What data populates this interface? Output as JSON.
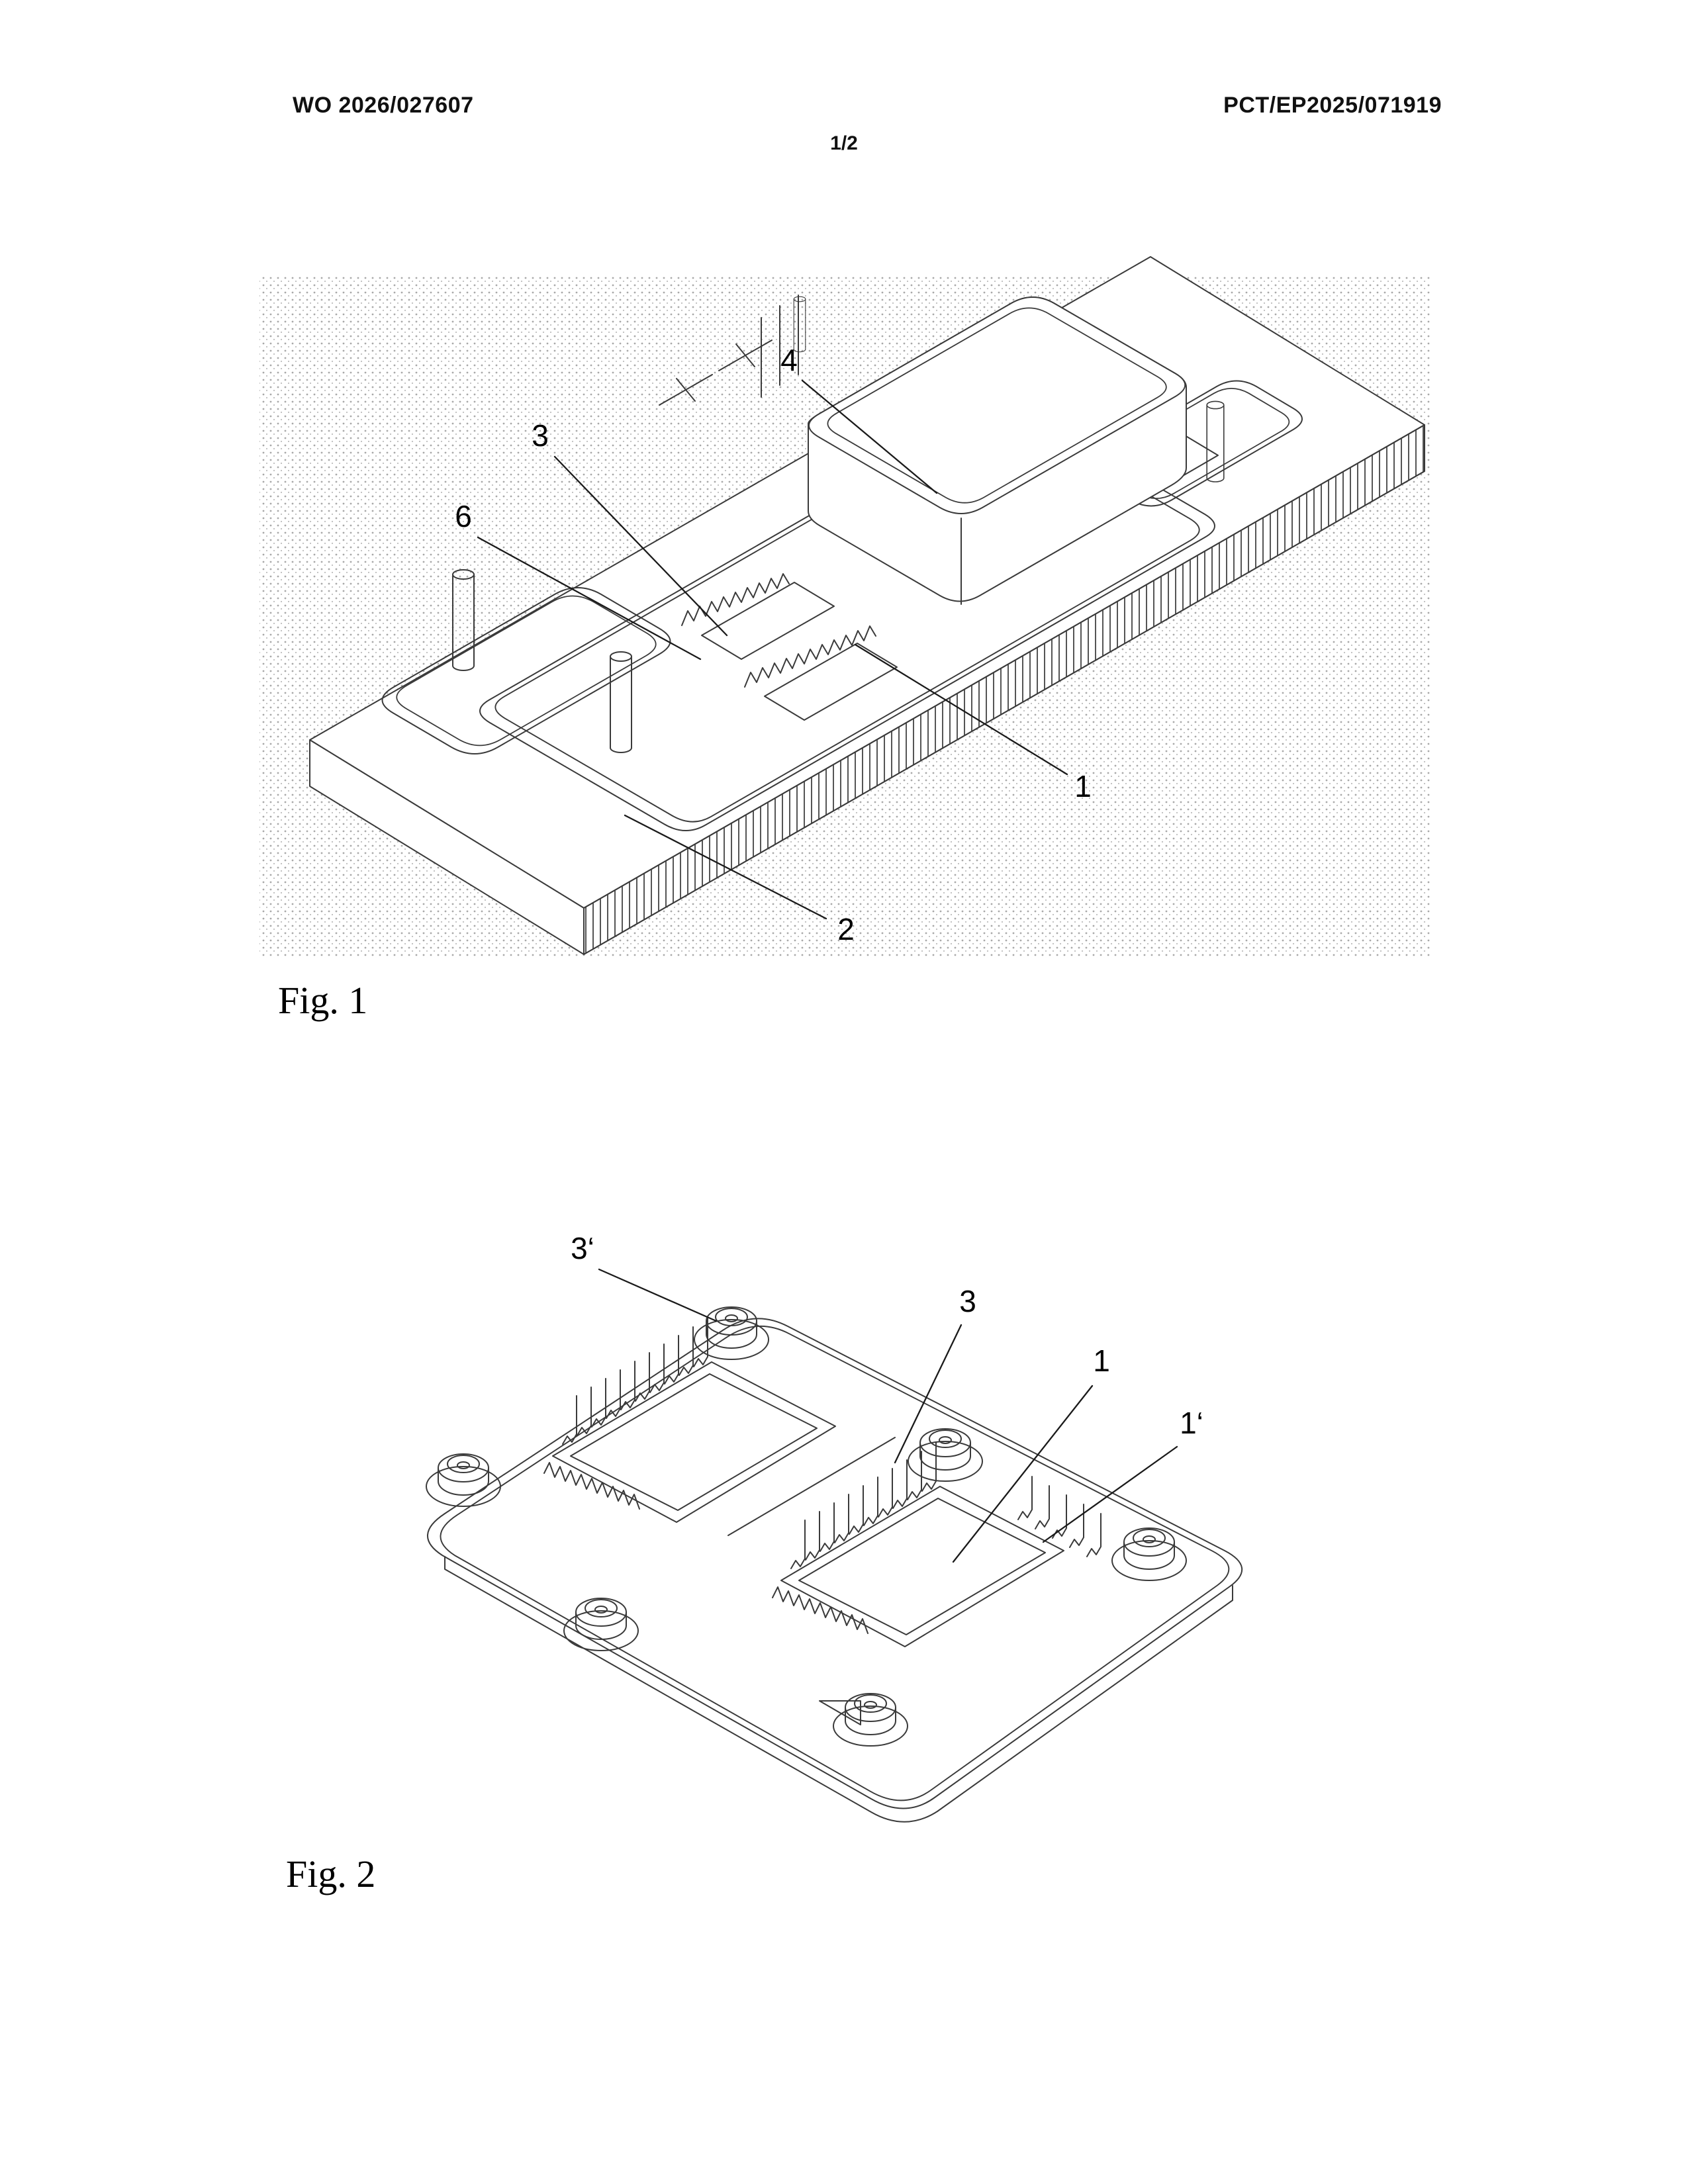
{
  "header": {
    "publication_number": "WO 2026/027607",
    "application_number": "PCT/EP2025/071919",
    "sheet": "1/2"
  },
  "figure1": {
    "caption": "Fig. 1",
    "reference_labels": {
      "r4": "4",
      "r3": "3",
      "r6": "6",
      "r1": "1",
      "r2": "2"
    }
  },
  "figure2": {
    "caption": "Fig. 2",
    "reference_labels": {
      "r3_prime": "3‘",
      "r3": "3",
      "r1": "1",
      "r1_prime": "1‘"
    }
  }
}
